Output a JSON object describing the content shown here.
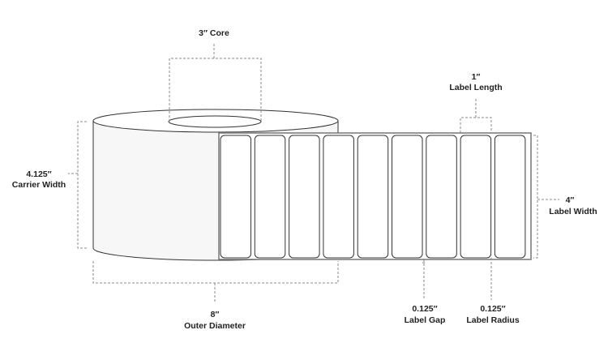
{
  "dimensions": {
    "core": {
      "value": "3″ Core"
    },
    "carrier_width": {
      "value": "4.125″",
      "label": "Carrier Width"
    },
    "outer_diameter": {
      "value": "8″",
      "label": "Outer Diameter"
    },
    "label_length": {
      "value": "1″",
      "label": "Label Length"
    },
    "label_width": {
      "value": "4″",
      "label": "Label Width"
    },
    "label_gap": {
      "value": "0.125″",
      "label": "Label Gap"
    },
    "label_radius": {
      "value": "0.125″",
      "label": "Label Radius"
    }
  },
  "label_count_visible": 9,
  "colors": {
    "outline": "#333333",
    "roll_fill": "#f7f7f7",
    "dimension_line": "#8a8a8a"
  }
}
